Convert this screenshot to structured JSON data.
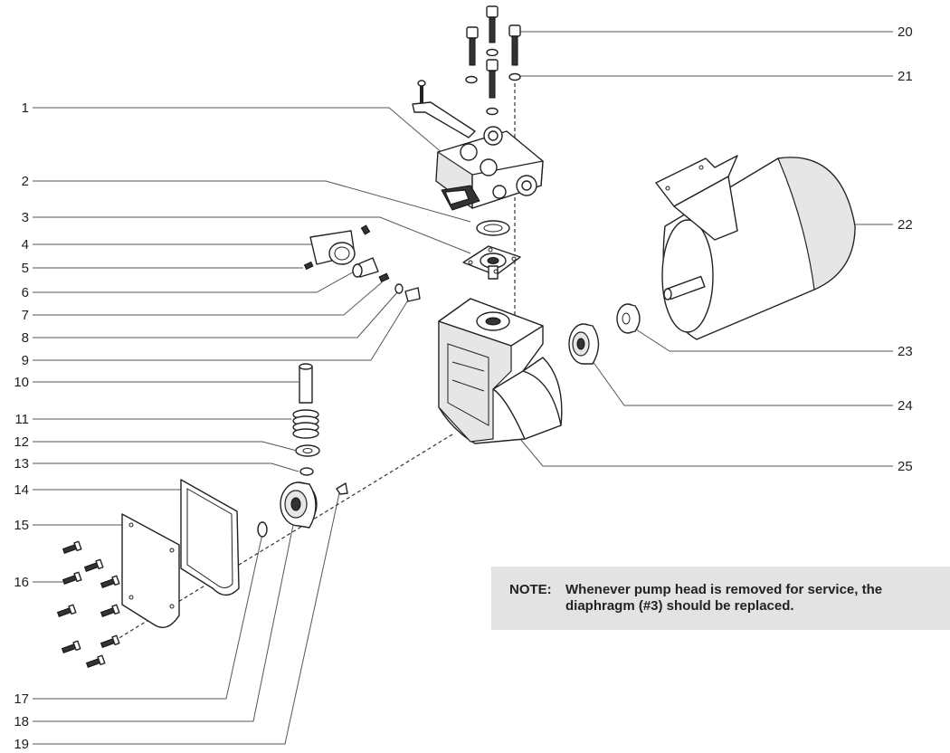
{
  "callouts": [
    {
      "num": "1"
    },
    {
      "num": "2"
    },
    {
      "num": "3"
    },
    {
      "num": "4"
    },
    {
      "num": "5"
    },
    {
      "num": "6"
    },
    {
      "num": "7"
    },
    {
      "num": "8"
    },
    {
      "num": "9"
    },
    {
      "num": "10"
    },
    {
      "num": "11"
    },
    {
      "num": "12"
    },
    {
      "num": "13"
    },
    {
      "num": "14"
    },
    {
      "num": "15"
    },
    {
      "num": "16"
    },
    {
      "num": "17"
    },
    {
      "num": "18"
    },
    {
      "num": "19"
    },
    {
      "num": "20"
    },
    {
      "num": "21"
    },
    {
      "num": "22"
    },
    {
      "num": "23"
    },
    {
      "num": "24"
    },
    {
      "num": "25"
    }
  ],
  "note": {
    "heading": "NOTE:",
    "text": "Whenever pump head is removed for service, the diaphragm (#3) should be replaced."
  }
}
